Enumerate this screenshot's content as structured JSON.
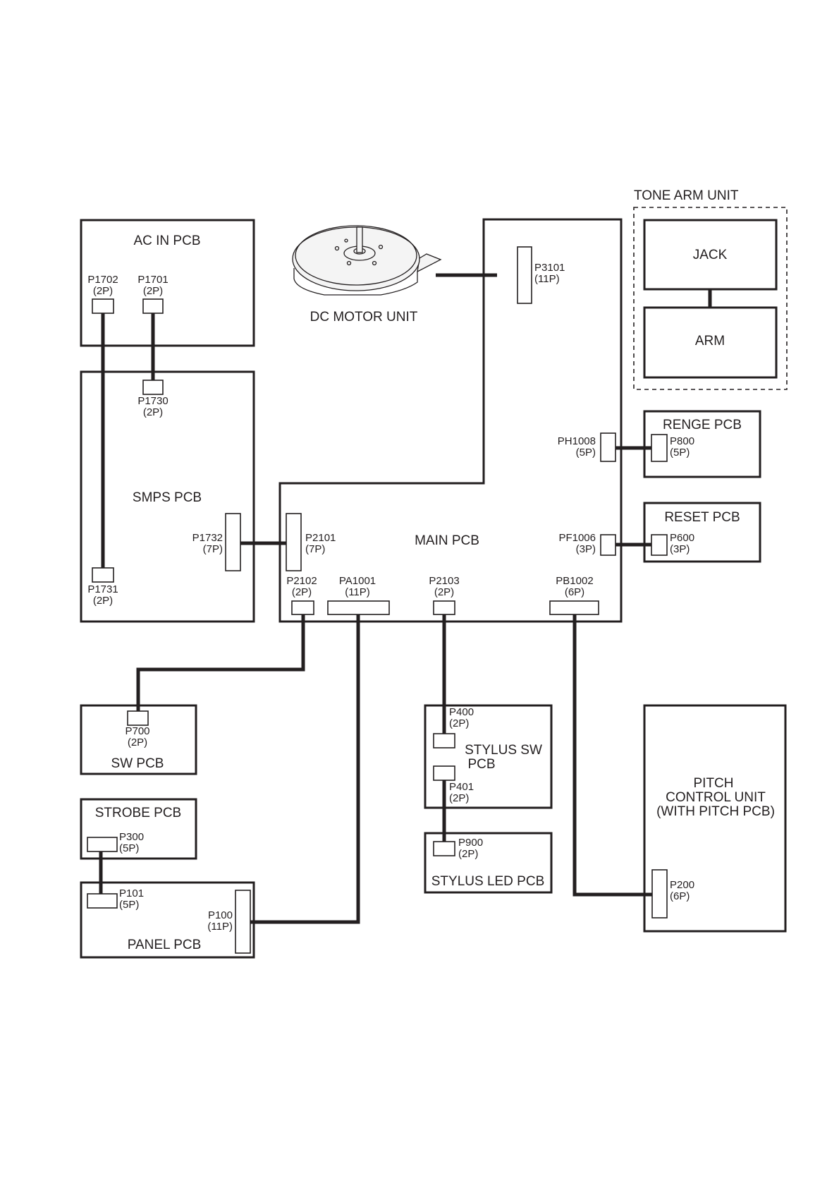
{
  "tone_arm_unit": {
    "title": "TONE ARM UNIT",
    "jack": "JACK",
    "arm": "ARM"
  },
  "boards": {
    "ac_in": "AC IN PCB",
    "smps": "SMPS PCB",
    "main": "MAIN PCB",
    "dc_motor": "DC MOTOR UNIT",
    "renge": "RENGE PCB",
    "reset": "RESET PCB",
    "sw": "SW PCB",
    "strobe": "STROBE PCB",
    "panel": "PANEL PCB",
    "stylus_sw_1": "STYLUS SW",
    "stylus_sw_2": "PCB",
    "stylus_led": "STYLUS LED PCB",
    "pitch_1": "PITCH",
    "pitch_2": "CONTROL UNIT",
    "pitch_3": "(WITH PITCH PCB)"
  },
  "connectors": {
    "p1702": {
      "name": "P1702",
      "pins": "(2P)"
    },
    "p1701": {
      "name": "P1701",
      "pins": "(2P)"
    },
    "p1730": {
      "name": "P1730",
      "pins": "(2P)"
    },
    "p1731": {
      "name": "P1731",
      "pins": "(2P)"
    },
    "p1732": {
      "name": "P1732",
      "pins": "(7P)"
    },
    "p2101": {
      "name": "P2101",
      "pins": "(7P)"
    },
    "p3101": {
      "name": "P3101",
      "pins": "(11P)"
    },
    "ph1008": {
      "name": "PH1008",
      "pins": "(5P)"
    },
    "p800": {
      "name": "P800",
      "pins": "(5P)"
    },
    "pf1006": {
      "name": "PF1006",
      "pins": "(3P)"
    },
    "p600": {
      "name": "P600",
      "pins": "(3P)"
    },
    "p2102": {
      "name": "P2102",
      "pins": "(2P)"
    },
    "pa1001": {
      "name": "PA1001",
      "pins": "(11P)"
    },
    "p2103": {
      "name": "P2103",
      "pins": "(2P)"
    },
    "pb1002": {
      "name": "PB1002",
      "pins": "(6P)"
    },
    "p700": {
      "name": "P700",
      "pins": "(2P)"
    },
    "p400": {
      "name": "P400",
      "pins": "(2P)"
    },
    "p401": {
      "name": "P401",
      "pins": "(2P)"
    },
    "p900": {
      "name": "P900",
      "pins": "(2P)"
    },
    "p300": {
      "name": "P300",
      "pins": "(5P)"
    },
    "p101": {
      "name": "P101",
      "pins": "(5P)"
    },
    "p100": {
      "name": "P100",
      "pins": "(11P)"
    },
    "p200": {
      "name": "P200",
      "pins": "(6P)"
    }
  }
}
